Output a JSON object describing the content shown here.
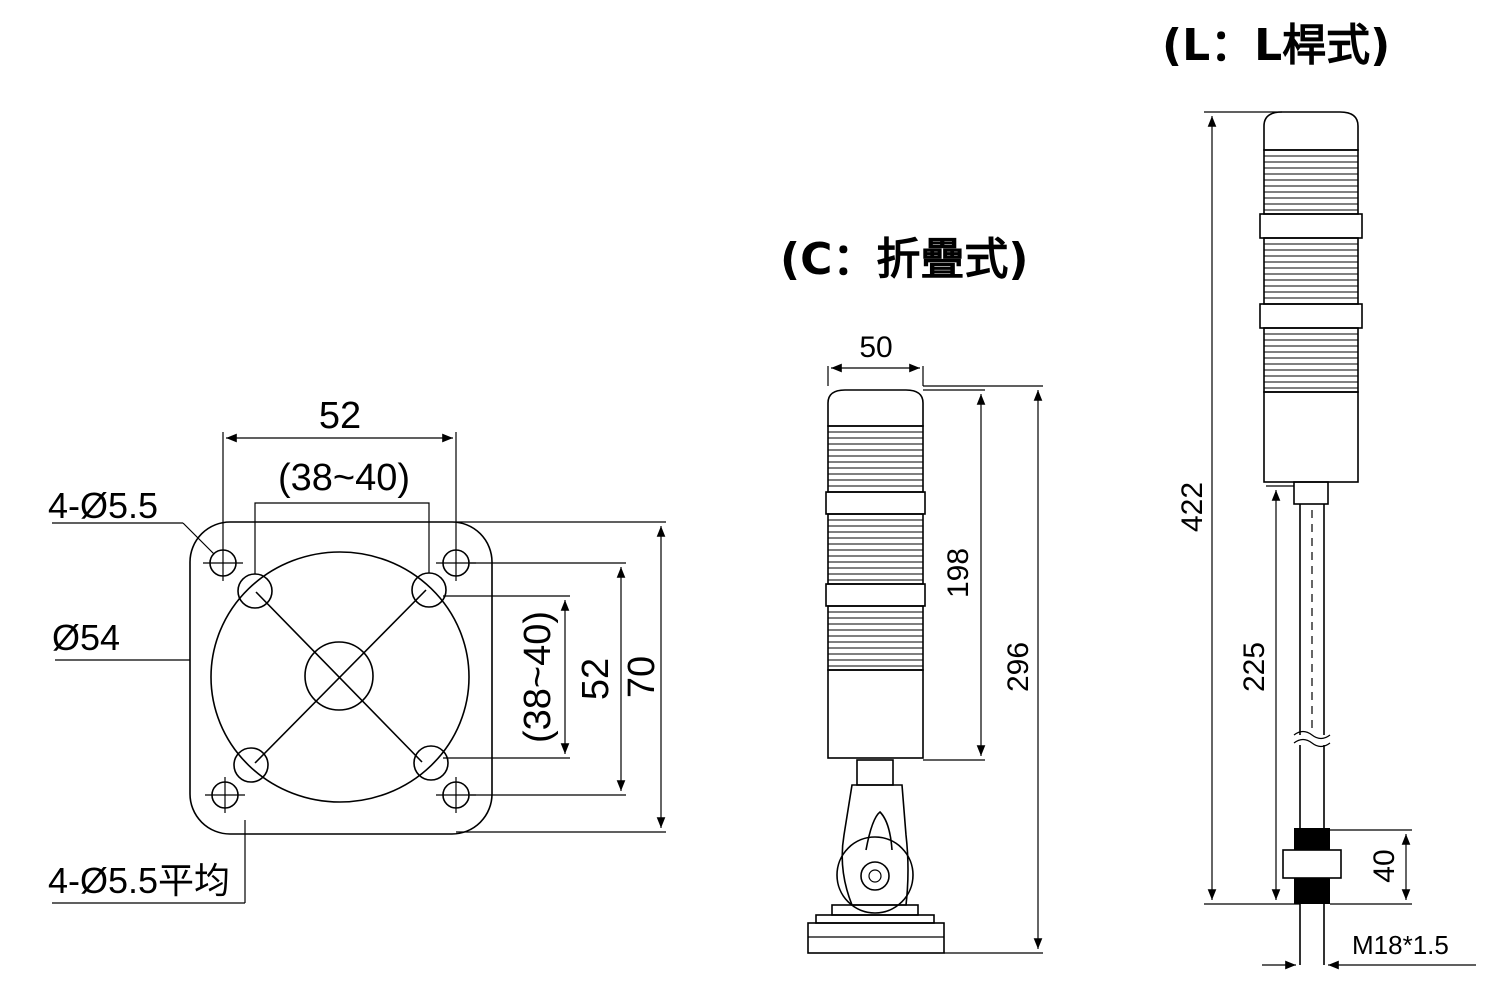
{
  "titles": {
    "folding": "(C：折疊式)",
    "pole": "(L：L桿式)"
  },
  "base_view": {
    "width_outer": "52",
    "width_inner": "(38~40)",
    "hole_label_top": "4-Ø5.5",
    "diameter_label": "Ø54",
    "hole_label_bottom": "4-Ø5.5平均",
    "height_inner": "(38~40)",
    "height_mid": "52",
    "height_outer": "70"
  },
  "folding_view": {
    "width": "50",
    "height_body": "198",
    "height_total": "296"
  },
  "pole_view": {
    "height_total": "422",
    "height_pole": "225",
    "height_thread": "40",
    "thread_spec": "M18*1.5"
  }
}
